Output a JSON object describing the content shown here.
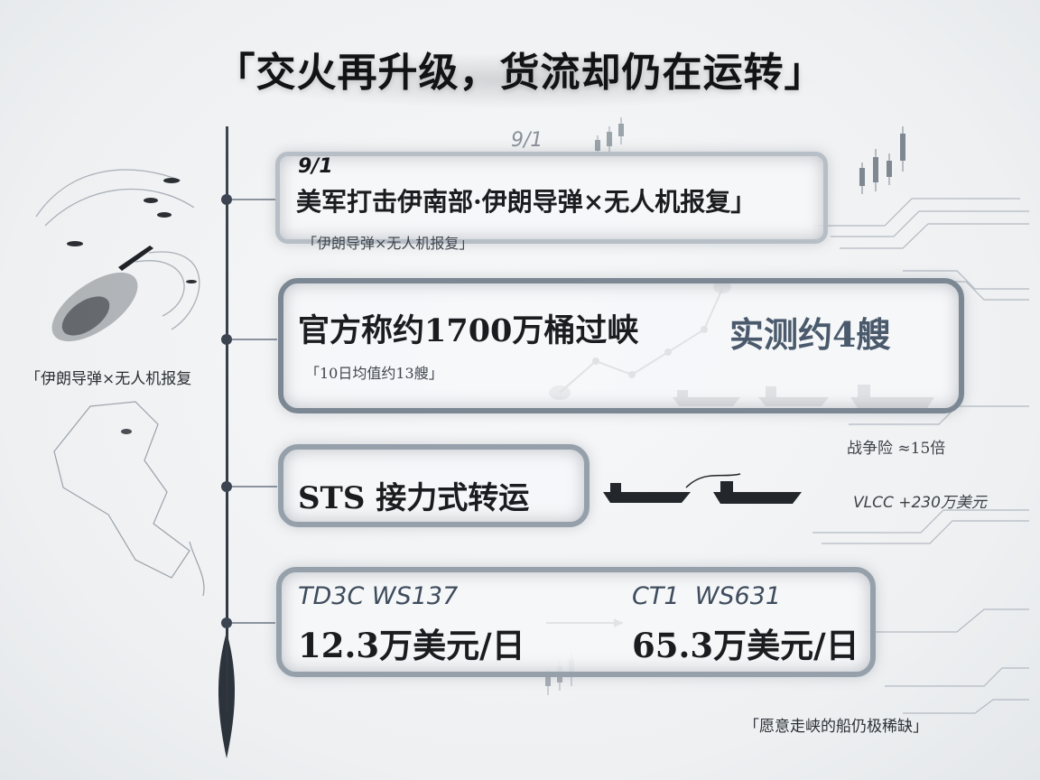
{
  "title": "「交火再升级，货流却仍在运转」",
  "float_date": "9/1",
  "event": {
    "date": "9/1",
    "headline": "美军打击伊南部·伊朗导弹×无人机报复」",
    "caption": "「伊朗导弹×无人机报复」"
  },
  "left_caption": "「伊朗导弹×无人机报复",
  "transit": {
    "official": "官方称约1700万桶过峡",
    "avg": "「10日均值约13艘」",
    "measured": "实测约4艘"
  },
  "sts": {
    "label": "STS 接力式转运"
  },
  "insurance": {
    "war_risk": "战争险 ≈15倍",
    "vlcc": "VLCC +230万美元"
  },
  "rates": {
    "left_code": "TD3C WS137",
    "left_value": "12.3万美元/日",
    "right_code": "CT1  WS631",
    "right_value": "65.3万美元/日"
  },
  "footer_note": "「愿意走峡的船仍极稀缺」",
  "colors": {
    "ink": "#1a1c1f",
    "accent": "#4a5a6c",
    "frame": "#95a0ab"
  }
}
